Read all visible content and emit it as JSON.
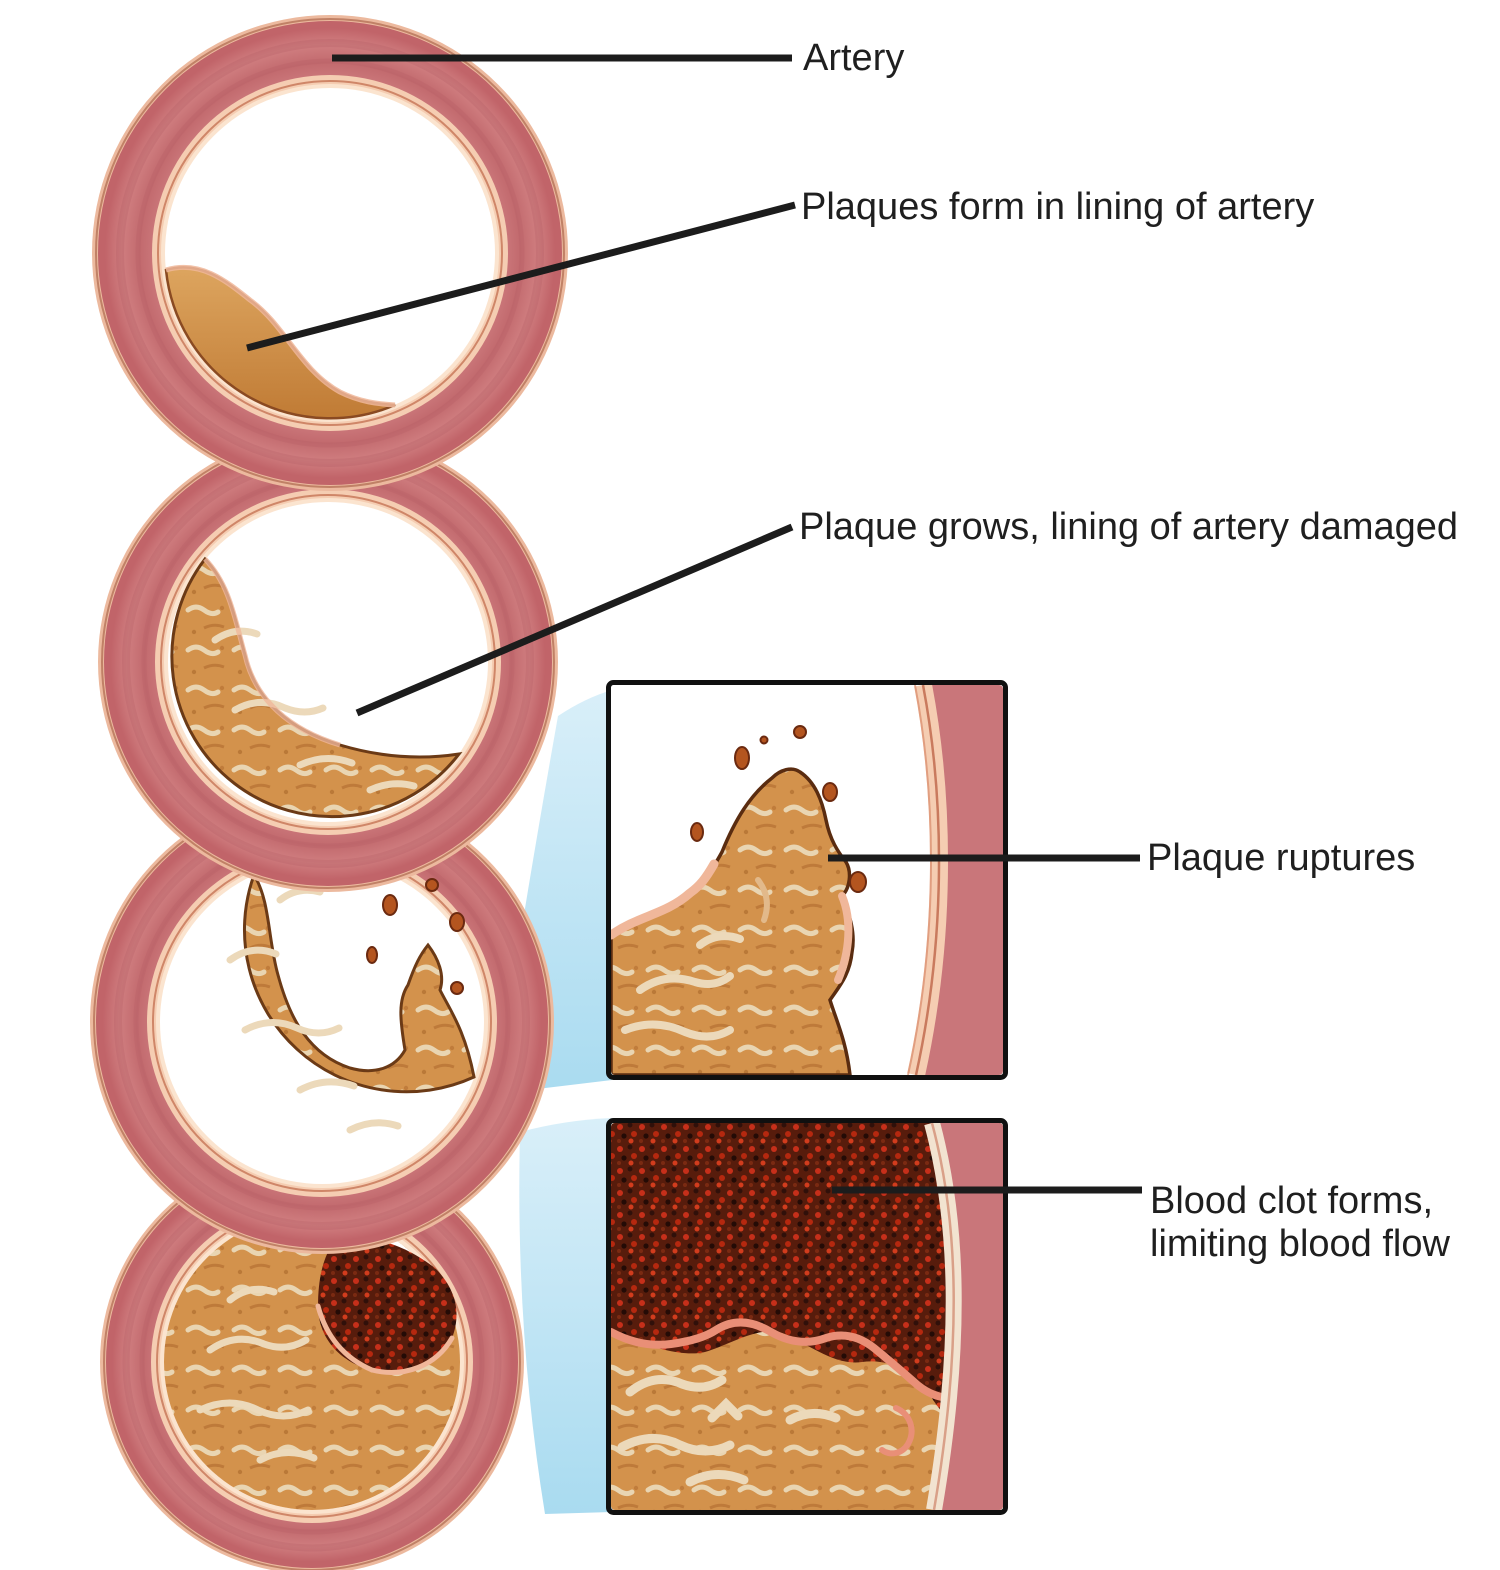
{
  "figure": {
    "labels": {
      "artery": "Artery",
      "plaques_form": "Plaques form in lining of artery",
      "plaque_grows": "Plaque grows, lining of artery damaged",
      "plaque_ruptures": "Plaque ruptures",
      "blood_clot_line1": "Blood clot forms,",
      "blood_clot_line2": "limiting blood flow"
    },
    "colors": {
      "artery-wall": "#c9767a",
      "wall-outline": "#ecb99e",
      "lining": "#f5cdb2",
      "lumen": "#ffffff",
      "plaque": "#d3924c",
      "plaque-outline": "#6b3a16",
      "clot-base": "#571c0c",
      "clot-red": "#c62f1a",
      "highlight": "#bfe4f2",
      "leader-line": "#1c1c1c",
      "label-text": "#1f1f1f",
      "inset-border": "#101010"
    }
  }
}
